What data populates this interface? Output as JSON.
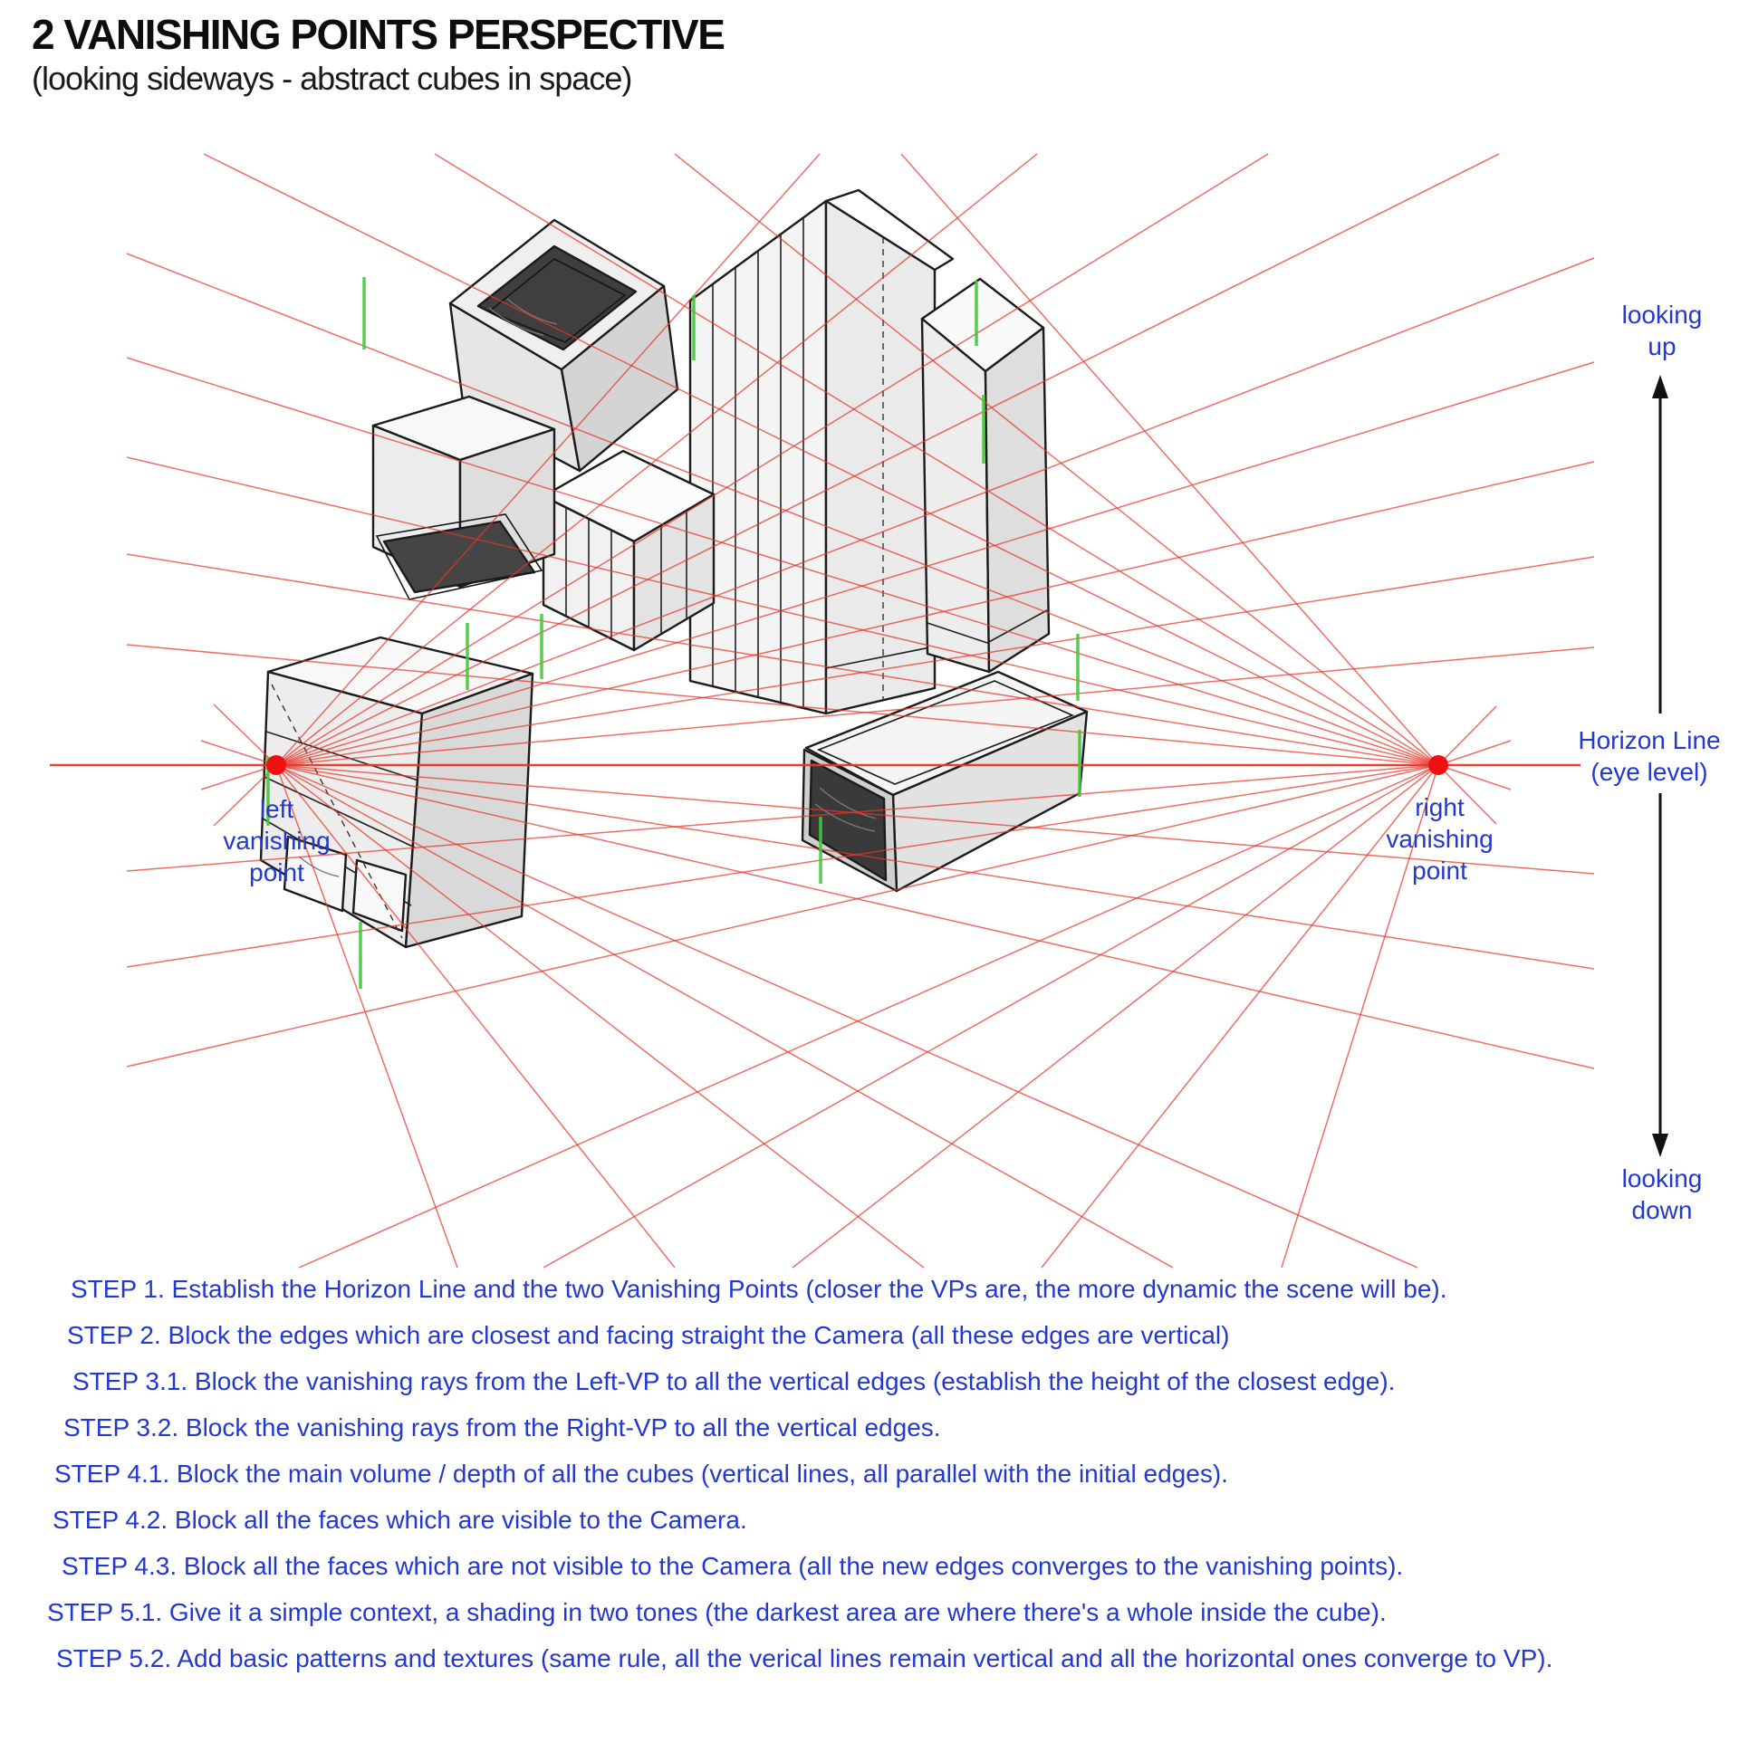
{
  "title": "2 VANISHING POINTS PERSPECTIVE",
  "subtitle": "(looking sideways - abstract cubes in space)",
  "colors": {
    "accent_red": "#e8362a",
    "vp_dot": "#ee1111",
    "label_blue": "#2338cf",
    "tick_green": "#44c83c",
    "sketch_black": "#1b1b1b"
  },
  "diagram": {
    "labels": {
      "looking_up": "looking\nup",
      "looking_down": "looking\ndown",
      "horizon": "Horizon Line\n(eye level)",
      "left_vp": "left\nvanishing\npoint",
      "right_vp": "right\nvanishing\npoint"
    }
  },
  "steps": [
    "STEP 1. Establish the Horizon Line and the two Vanishing Points (closer the VPs are, the more dynamic the scene will be).",
    "STEP 2. Block the edges which are closest and facing straight the Camera (all these edges are vertical)",
    "STEP 3.1. Block the vanishing rays from the Left-VP to all the vertical edges (establish the height of the closest edge).",
    "STEP 3.2. Block the vanishing rays from the Right-VP to all the vertical edges.",
    "STEP 4.1. Block the main volume / depth of all the cubes (vertical lines, all parallel with the initial edges).",
    "STEP 4.2. Block all the faces which are visible to the Camera.",
    "STEP 4.3. Block all the faces which are not visible to the Camera (all the new edges converges to the vanishing points).",
    "STEP 5.1. Give it a simple context, a shading in two tones (the darkest area are where there's a whole inside the cube).",
    "STEP 5.2. Add basic patterns and textures (same rule, all the verical lines remain vertical and all the horizontal ones converge to VP)."
  ]
}
